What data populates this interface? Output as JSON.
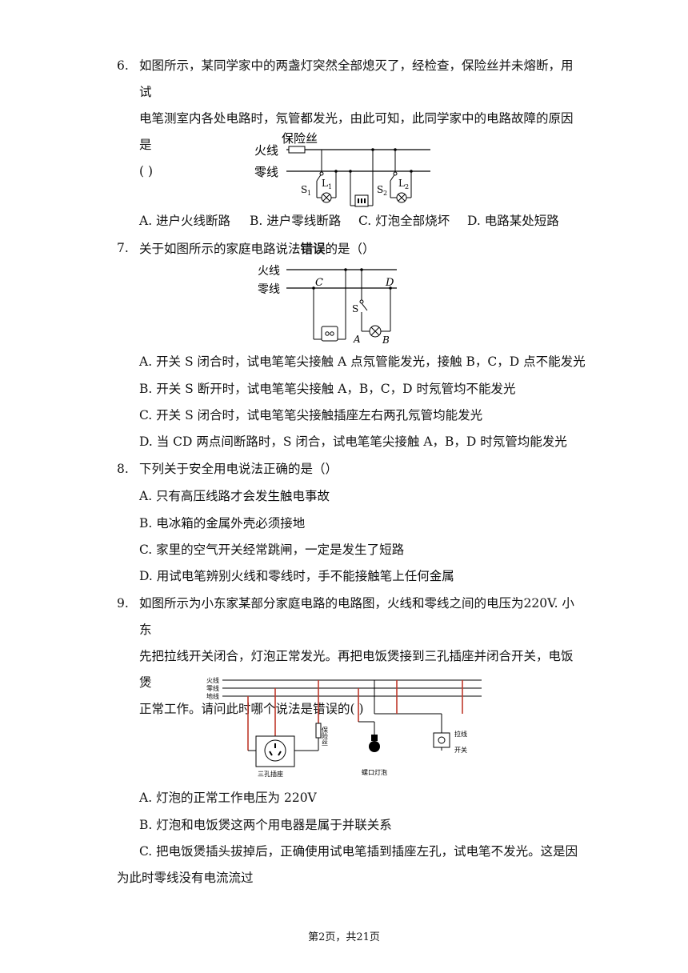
{
  "q6": {
    "num": "6.",
    "line1": "如图所示，某同学家中的两盏灯突然全部熄灭了，经检查，保险丝并未熔断，用试",
    "line2": "电笔测室内各处电路时，氖管都发光，由此可知，此同学家中的电路故障的原因是",
    "line3": "( )",
    "fig": {
      "fuse": "保险丝",
      "live": "火线",
      "neutral": "零线",
      "s1": "S",
      "s1sub": "1",
      "l1": "L",
      "l1sub": "1",
      "s2": "S",
      "s2sub": "2",
      "l2": "L",
      "l2sub": "2"
    },
    "options": {
      "A": "A. 进户火线断路",
      "B": "B. 进户零线断路",
      "C": "C. 灯泡全部烧坏",
      "D": "D. 电路某处短路"
    }
  },
  "q7": {
    "num": "7.",
    "text_pre": "关于如图所示的家庭电路说法",
    "text_bold": "错误",
    "text_post": "的是（）",
    "fig": {
      "live": "火线",
      "neutral": "零线",
      "c": "C",
      "d": "D",
      "s": "S",
      "a": "A",
      "b": "B"
    },
    "options": {
      "A": "A. 开关 S 闭合时，试电笔笔尖接触 A 点氖管能发光，接触 B，C，D 点不能发光",
      "B": "B. 开关 S 断开时，试电笔笔尖接触 A，B，C，D 时氖管均不能发光",
      "C": "C. 开关 S 闭合时，试电笔笔尖接触插座左右两孔氖管均能发光",
      "D": "D. 当 CD 两点间断路时，S 闭合，试电笔笔尖接触 A，B，D 时氖管均能发光"
    }
  },
  "q8": {
    "num": "8.",
    "text": "下列关于安全用电说法正确的是（）",
    "options": {
      "A": "A. 只有高压线路才会发生触电事故",
      "B": "B. 电冰箱的金属外壳必须接地",
      "C": "C. 家里的空气开关经常跳闸，一定是发生了短路",
      "D": "D. 用试电笔辨别火线和零线时，手不能接触笔上任何金属"
    }
  },
  "q9": {
    "num": "9.",
    "line1": "如图所示为小东家某部分家庭电路的电路图，火线和零线之间的电压为220V. 小东",
    "line2": "先把拉线开关闭合，灯泡正常发光。再把电饭煲接到三孔插座并闭合开关，电饭煲",
    "line3": "正常工作。请问此时哪个说法是错误的(    )",
    "fig": {
      "live": "火线",
      "neutral": "零线",
      "ground": "地线",
      "socket": "三孔插座",
      "fuse": "保险丝",
      "lamp": "螺口灯泡",
      "switch1": "拉线",
      "switch2": "开关"
    },
    "options": {
      "A": "A. 灯泡的正常工作电压为 220V",
      "B": "B. 灯泡和电饭煲这两个用电器是属于并联关系",
      "C1": "C. 把电饭煲插头拔掉后，正确使用试电笔插到插座左孔，试电笔不发光。这是因",
      "C2": "为此时零线没有电流流过"
    }
  },
  "footer": "第2页，共21页"
}
